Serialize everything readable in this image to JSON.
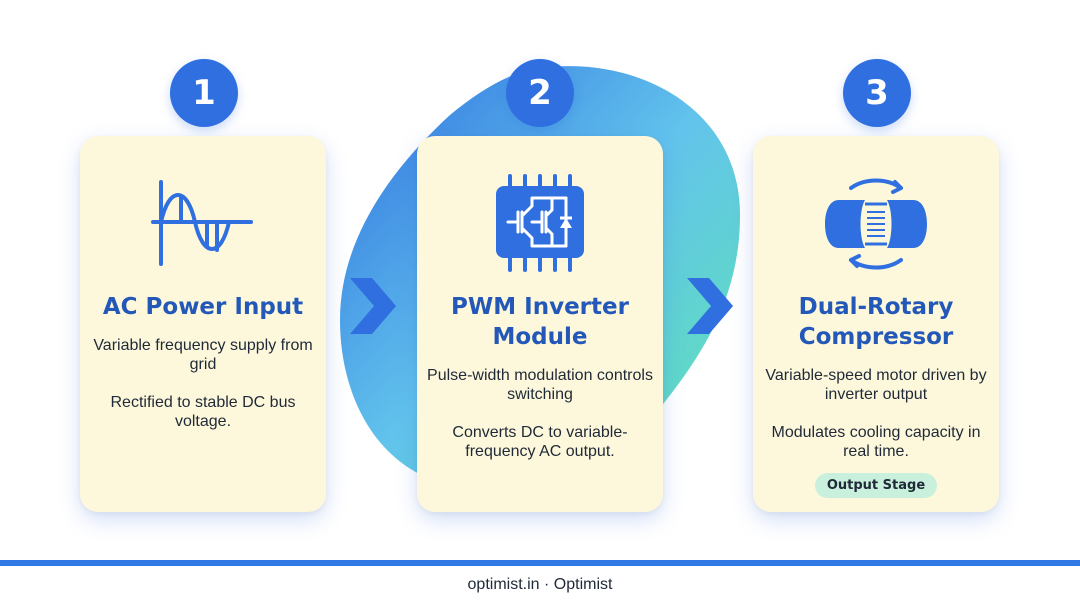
{
  "steps": [
    {
      "number": "1",
      "title": "AC Power Input",
      "desc1": "Variable frequency supply from grid",
      "desc2": "Rectified to stable DC bus voltage.",
      "icon": "ac-sine-wave-icon"
    },
    {
      "number": "2",
      "title": "PWM Inverter Module",
      "desc1": "Pulse-width modulation controls switching",
      "desc2": "Converts DC to variable-frequency AC output.",
      "icon": "igbt-chip-icon"
    },
    {
      "number": "3",
      "title": "Dual-Rotary Compressor",
      "desc1": "Variable-speed motor driven by inverter output",
      "desc2": "Modulates cooling capacity in real time.",
      "badge": "Output Stage",
      "icon": "rotary-compressor-icon"
    }
  ],
  "footer": {
    "text": "optimist.in · Optimist"
  },
  "colors": {
    "accent": "#2f6fe0",
    "card": "#fdf8dc",
    "title": "#2358b8",
    "badge": "#c9f0dc",
    "footer_line": "#2f78e6"
  }
}
